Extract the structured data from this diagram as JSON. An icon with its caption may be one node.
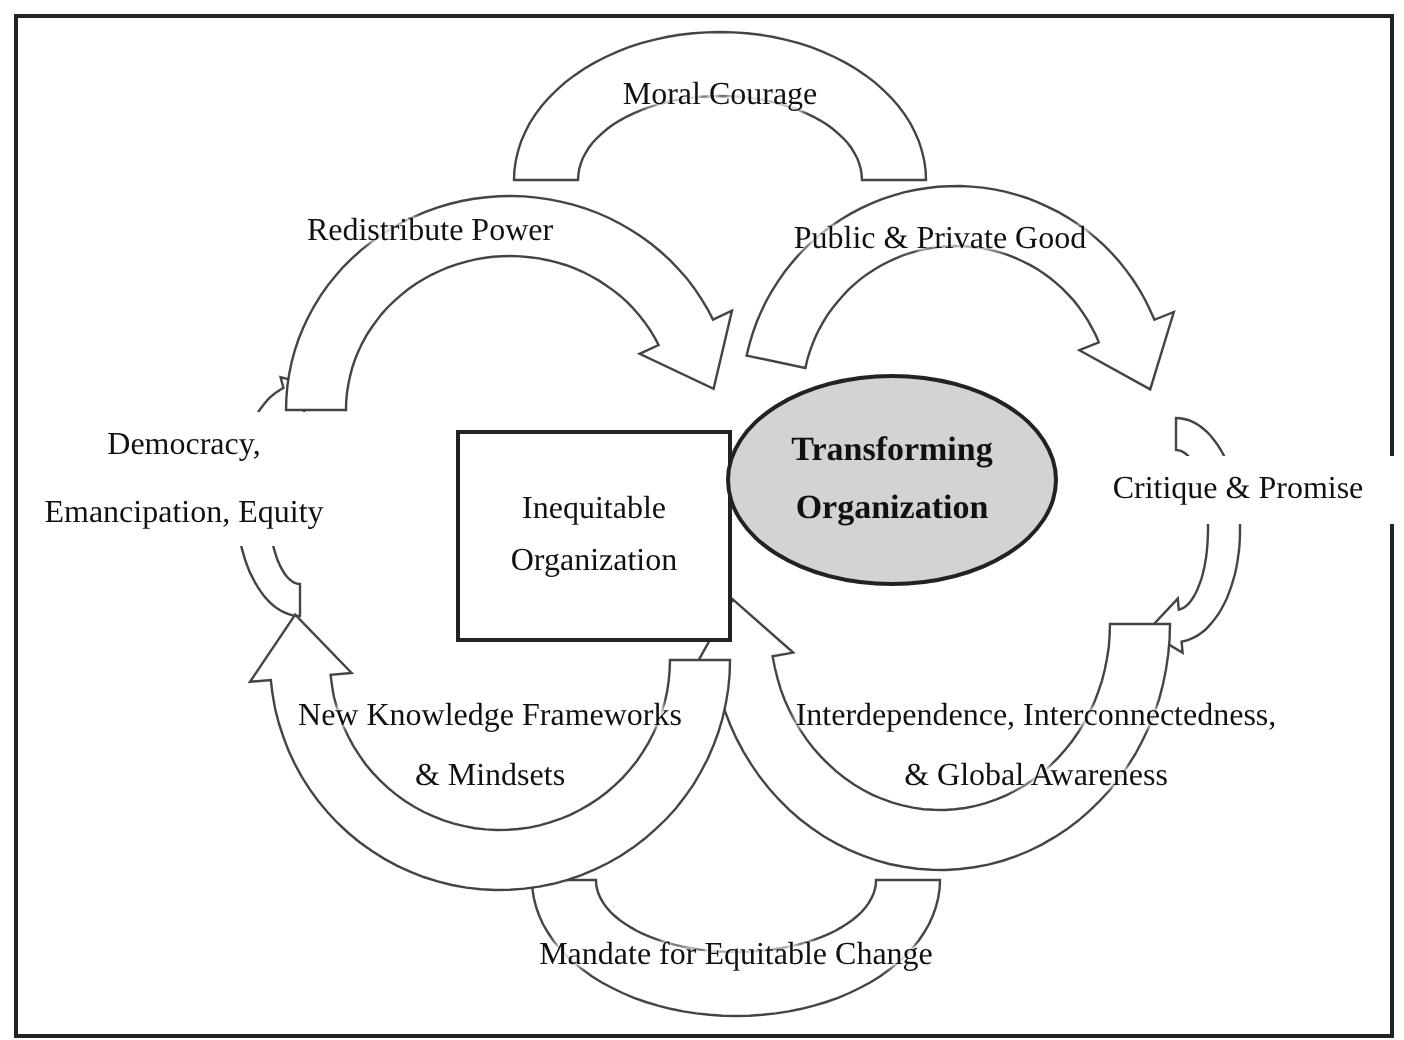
{
  "diagram": {
    "nodes": [
      {
        "text": [
          "Democracy, Emancipation, Equity"
        ]
      },
      {
        "text": [
          "Inequitable Organization"
        ]
      },
      {
        "text": [
          "Transforming Organization"
        ]
      },
      {
        "text": [
          "Critique & Promise"
        ]
      }
    ],
    "labels": [
      "Moral Courage",
      "Redistribute Power",
      "Public & Private Good",
      "New Knowledge Frameworks & Mindsets",
      "Interdependence, Interconnectedness, & Global Awareness",
      "Mandate for Equitable Change"
    ]
  }
}
